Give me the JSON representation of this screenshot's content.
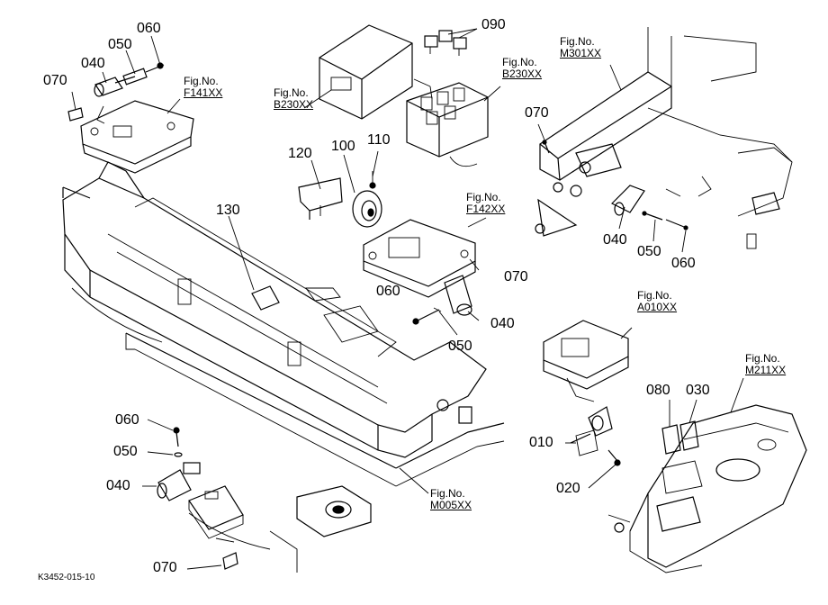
{
  "diagram": {
    "ref_code": "K3452-015-10",
    "part_labels": [
      {
        "id": "p060_tl",
        "text": "060"
      },
      {
        "id": "p050_tl",
        "text": "050"
      },
      {
        "id": "p040_tl",
        "text": "040"
      },
      {
        "id": "p070_tl",
        "text": "070"
      },
      {
        "id": "p090",
        "text": "090"
      },
      {
        "id": "p120",
        "text": "120"
      },
      {
        "id": "p100",
        "text": "100"
      },
      {
        "id": "p110",
        "text": "110"
      },
      {
        "id": "p130",
        "text": "130"
      },
      {
        "id": "p070_tr",
        "text": "070"
      },
      {
        "id": "p040_tr",
        "text": "040"
      },
      {
        "id": "p050_tr",
        "text": "050"
      },
      {
        "id": "p060_tr",
        "text": "060"
      },
      {
        "id": "p060_c",
        "text": "060"
      },
      {
        "id": "p070_c",
        "text": "070"
      },
      {
        "id": "p040_c",
        "text": "040"
      },
      {
        "id": "p050_c",
        "text": "050"
      },
      {
        "id": "p080",
        "text": "080"
      },
      {
        "id": "p030",
        "text": "030"
      },
      {
        "id": "p010",
        "text": "010"
      },
      {
        "id": "p020",
        "text": "020"
      },
      {
        "id": "p060_bl",
        "text": "060"
      },
      {
        "id": "p050_bl",
        "text": "050"
      },
      {
        "id": "p040_bl",
        "text": "040"
      },
      {
        "id": "p070_bl",
        "text": "070"
      }
    ],
    "figure_refs": [
      {
        "id": "f141",
        "prefix": "Fig.No.",
        "code": "F141XX"
      },
      {
        "id": "b230_left",
        "prefix": "Fig.No.",
        "code": "B230XX"
      },
      {
        "id": "b230_right",
        "prefix": "Fig.No.",
        "code": "B230XX"
      },
      {
        "id": "m301",
        "prefix": "Fig.No.",
        "code": "M301XX"
      },
      {
        "id": "f142",
        "prefix": "Fig.No.",
        "code": "F142XX"
      },
      {
        "id": "a010",
        "prefix": "Fig.No.",
        "code": "A010XX"
      },
      {
        "id": "m211",
        "prefix": "Fig.No.",
        "code": "M211XX"
      },
      {
        "id": "m005",
        "prefix": "Fig.No.",
        "code": "M005XX"
      }
    ]
  }
}
